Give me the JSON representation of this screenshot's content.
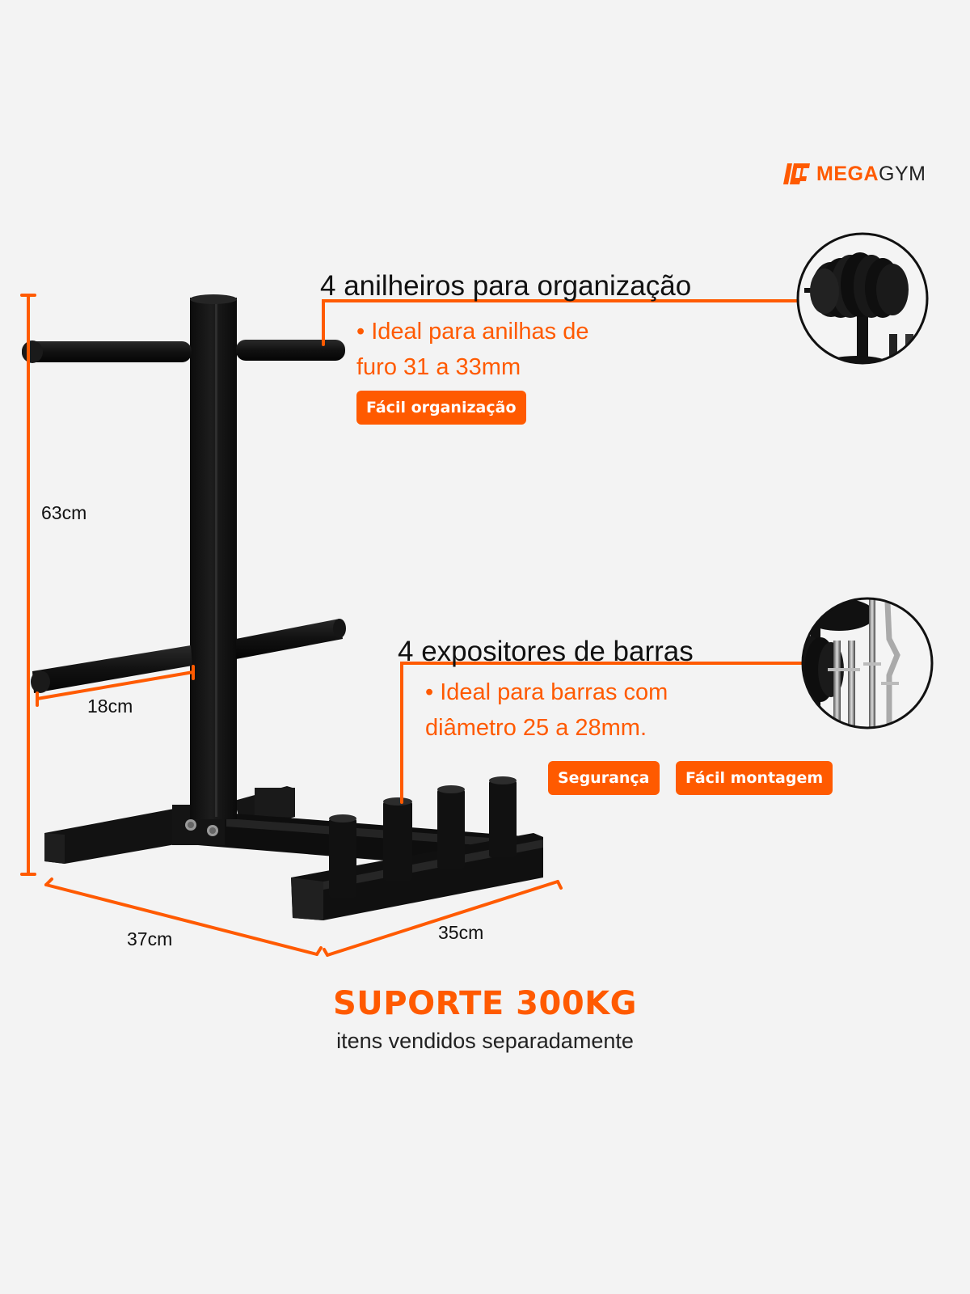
{
  "brand": {
    "logo_icon": "megagym-logo-icon",
    "name_bold": "MEGA",
    "name_light": "GYM"
  },
  "colors": {
    "accent": "#ff5a00",
    "background": "#f3f3f3",
    "steel": "#111111",
    "text": "#111111"
  },
  "features": [
    {
      "title": "4 anilheiros para organização",
      "desc_line1": "• Ideal para anilhas de",
      "desc_line2": "furo 31 a 33mm",
      "badges": [
        "Fácil organização"
      ],
      "inset_image": "weight-plates-on-peg-photo"
    },
    {
      "title": "4 expositores de barras",
      "desc_line1": "• Ideal para barras com",
      "desc_line2": "diâmetro 25 a 28mm.",
      "badges": [
        "Segurança",
        "Fácil montagem"
      ],
      "inset_image": "bars-in-holders-photo"
    }
  ],
  "dimensions": {
    "height": "63cm",
    "peg_length": "18cm",
    "base_depth": "37cm",
    "base_width": "35cm"
  },
  "footer": {
    "capacity": "SUPORTE 300KG",
    "note": "itens vendidos separadamente"
  }
}
